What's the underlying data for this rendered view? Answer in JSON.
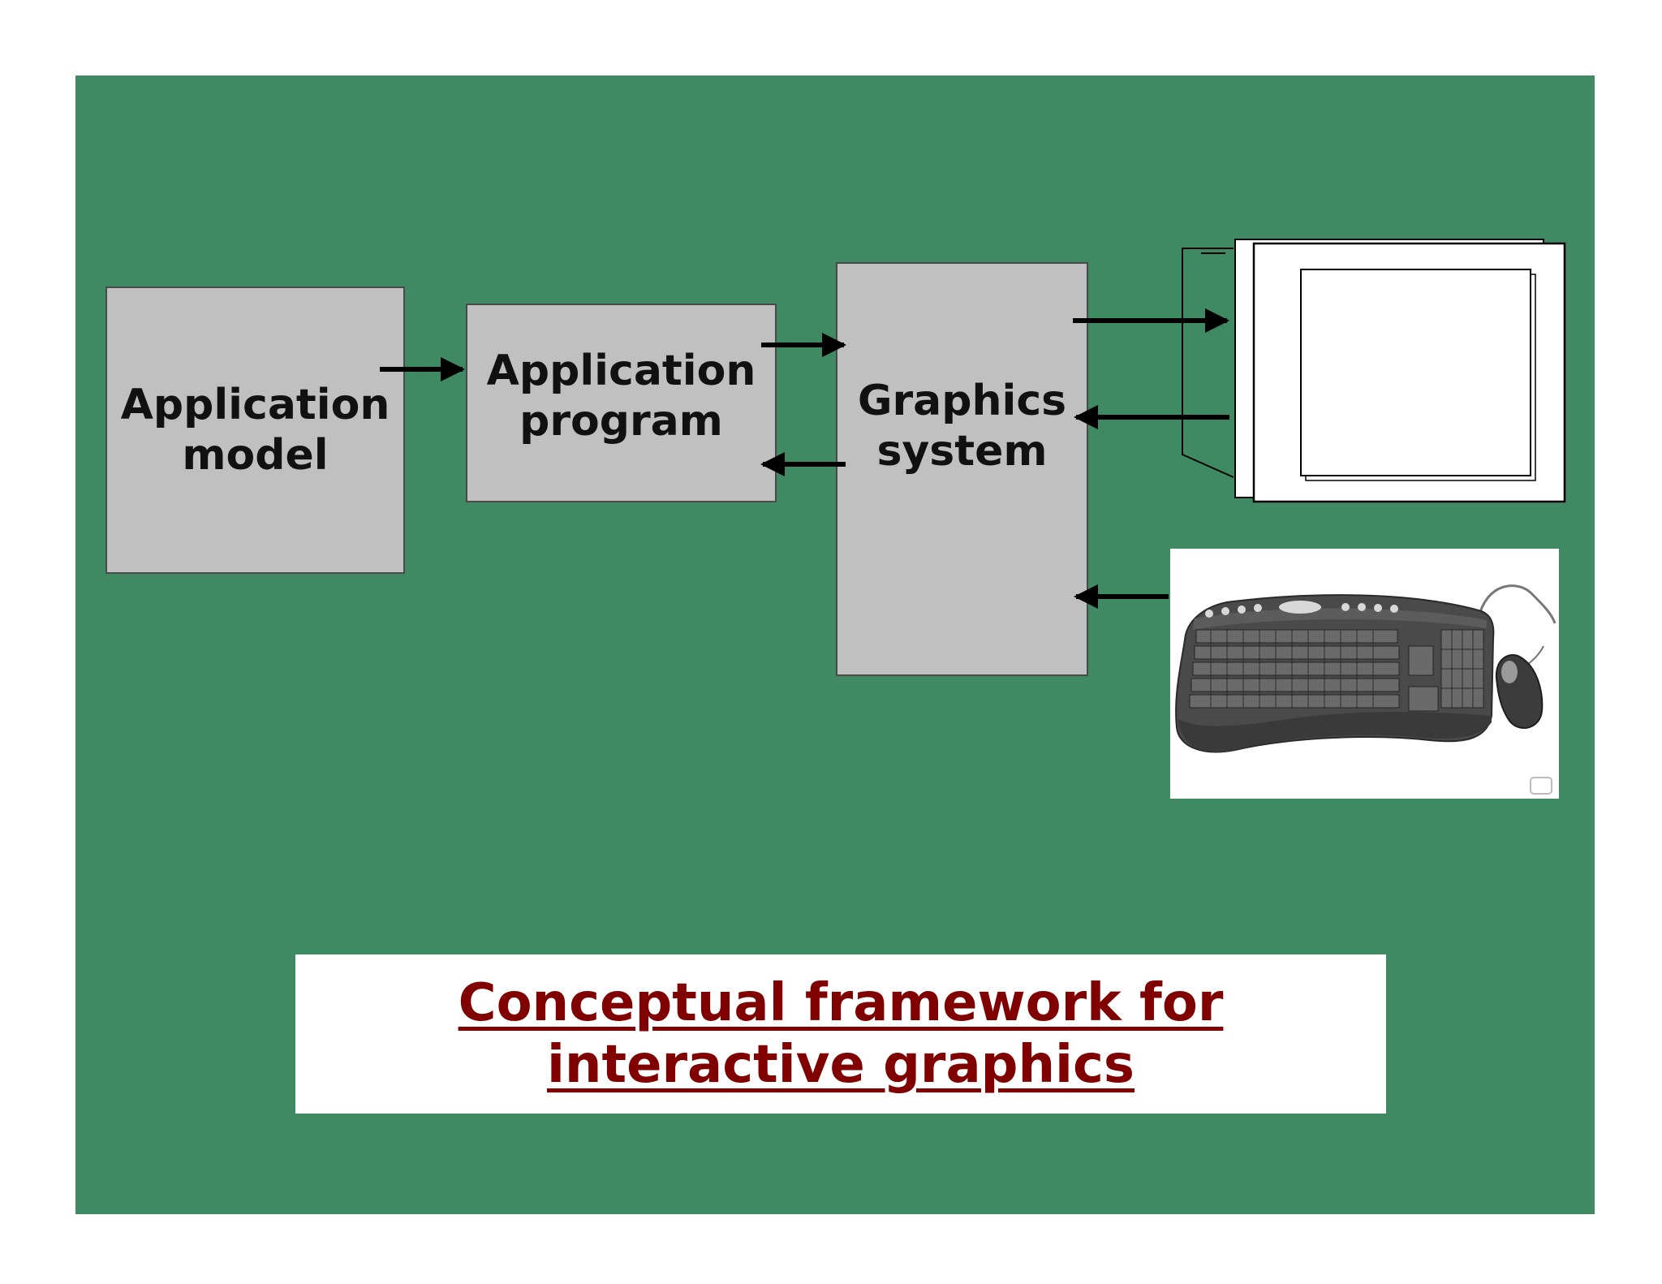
{
  "diagram": {
    "boxes": {
      "application_model": "Application\nmodel",
      "application_program": "Application\nprogram",
      "graphics_system": "Graphics\nsystem"
    },
    "caption": "Conceptual framework for\ninteractive graphics",
    "colors": {
      "background": "#3f8a62",
      "box_fill": "#c0c0c0",
      "caption_text": "#800000",
      "arrow": "#000000"
    },
    "icons": [
      "display-monitor-icon",
      "keyboard-mouse-icon"
    ]
  }
}
